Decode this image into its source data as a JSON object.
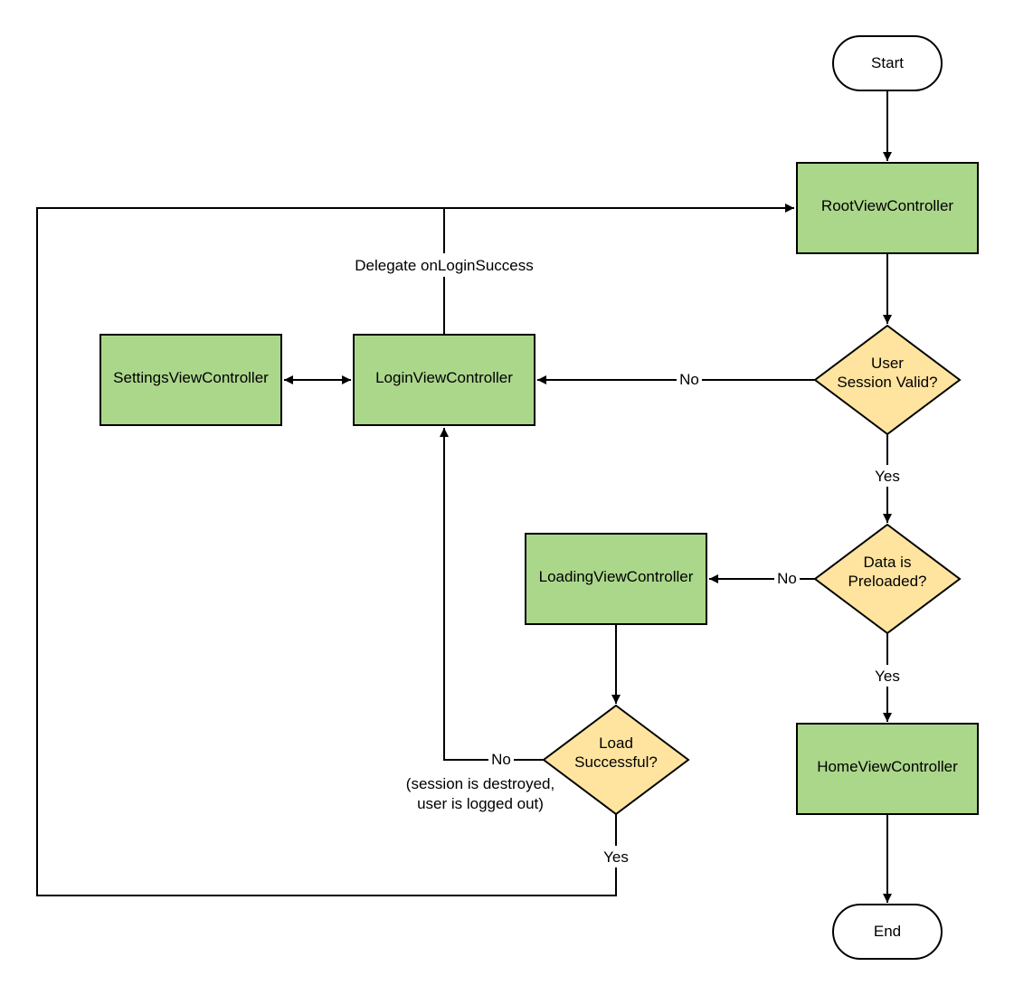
{
  "colors": {
    "process_fill": "#abd78b",
    "decision_fill": "#ffe49f",
    "terminal_fill": "#ffffff",
    "stroke": "#000000",
    "background": "#ffffff"
  },
  "nodes": {
    "start": {
      "label": "Start"
    },
    "end": {
      "label": "End"
    },
    "root": {
      "label": "RootViewController"
    },
    "settings": {
      "label": "SettingsViewController"
    },
    "login": {
      "label": "LoginViewController"
    },
    "loading": {
      "label": "LoadingViewController"
    },
    "home": {
      "label": "HomeViewController"
    },
    "session_valid": {
      "line1": "User",
      "line2": "Session Valid?"
    },
    "data_preloaded": {
      "line1": "Data is",
      "line2": "Preloaded?"
    },
    "load_successful": {
      "line1": "Load",
      "line2": "Successful?"
    }
  },
  "edges": {
    "delegate_label": "Delegate onLoginSuccess",
    "session_no": "No",
    "session_yes": "Yes",
    "preloaded_no": "No",
    "preloaded_yes": "Yes",
    "load_no": "No",
    "load_yes": "Yes",
    "load_no_note_line1": "(session is destroyed,",
    "load_no_note_line2": "user is logged out)"
  }
}
